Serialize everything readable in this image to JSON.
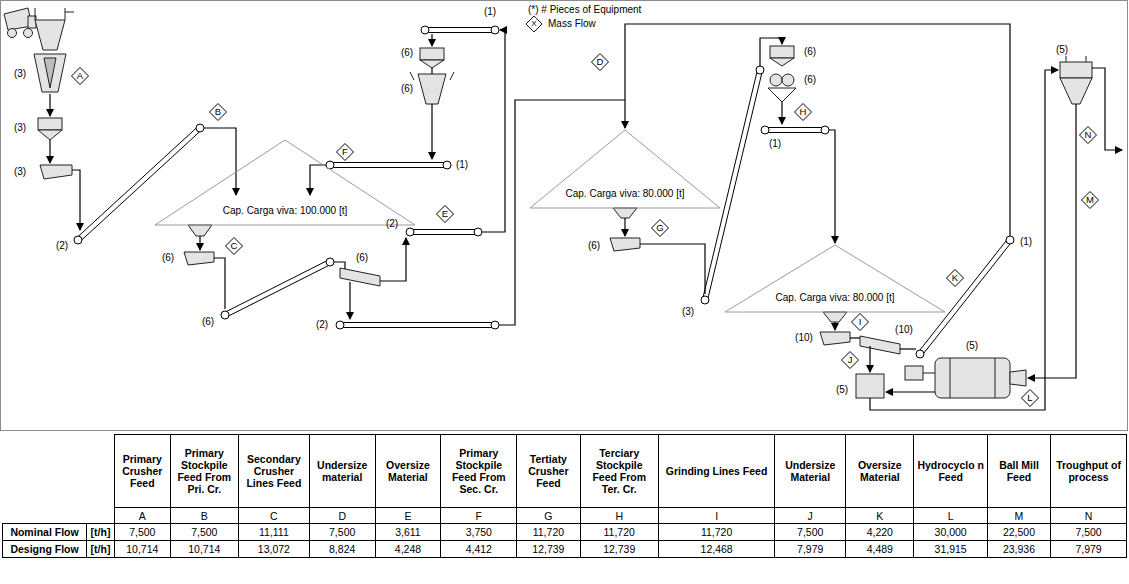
{
  "diagram": {
    "nodes": [
      {
        "text": [
          "A"
        ]
      },
      {
        "text": [
          "B"
        ]
      },
      {
        "text": [
          "F"
        ]
      },
      {
        "text": [
          "Cap. Carga viva: 100.000 [t]"
        ]
      },
      {
        "text": [
          "C"
        ]
      },
      {
        "text": [
          "E"
        ]
      },
      {
        "text": [
          "D"
        ]
      },
      {
        "text": [
          "Cap. Carga viva: 80.000 [t]"
        ]
      },
      {
        "text": [
          "G"
        ]
      },
      {
        "text": [
          "H"
        ]
      },
      {
        "text": [
          "Cap. Carga viva: 80.000 [t]"
        ]
      },
      {
        "text": [
          "I"
        ]
      },
      {
        "text": [
          "J"
        ]
      },
      {
        "text": [
          "K"
        ]
      },
      {
        "text": [
          "M"
        ]
      },
      {
        "text": [
          "L"
        ]
      },
      {
        "text": [
          "N"
        ]
      }
    ],
    "labels": [
      "(3)",
      "(3)",
      "(3)",
      "(2)",
      "(6)",
      "(6)",
      "(6)",
      "(2)",
      "(2)",
      "(1)",
      "(6)",
      "(6)",
      "(1)",
      "(6)",
      "(3)",
      "(6)",
      "(6)",
      "(1)",
      "(10)",
      "(10)",
      "(1)",
      "(5)",
      "(5)",
      "(5)",
      "X",
      "Primary Crusher Feed",
      "Primary Stockpile Feed From Pri. Cr.",
      "Secondary Crusher Lines Feed",
      "Undersize material",
      "Oversize Material",
      "Primary Stockpile Feed From Sec. Cr.",
      "Tertiaty Crusher Feed",
      "Terciary Stockpile Feed From Ter. Cr.",
      "Grinding Lines Feed",
      "Undersize Material",
      "Oversize Material",
      "Hydrocyclo n Feed",
      "Ball Mill Feed",
      "Troughput of process",
      "A",
      "B",
      "C",
      "D",
      "E",
      "F",
      "G",
      "H",
      "I",
      "J",
      "K",
      "L",
      "M",
      "N",
      "Nominal Flow",
      "[t/h]",
      "7,500",
      "7,500",
      "11,111",
      "7,500",
      "3,611",
      "3,750",
      "11,720",
      "11,720",
      "11,720",
      "7,500",
      "4,220",
      "30,000",
      "22,500",
      "7,500",
      "Designg Flow",
      "[t/h]",
      "10,714",
      "10,714",
      "13,072",
      "8,824",
      "4,248",
      "4,412",
      "12,739",
      "12,739",
      "12,468",
      "7,979",
      "4,489",
      "31,915",
      "23,936",
      "7,979"
    ],
    "legend": [
      {
        "text": "(*) # Pieces of Equipment"
      },
      {
        "text": "Mass Flow"
      }
    ]
  }
}
